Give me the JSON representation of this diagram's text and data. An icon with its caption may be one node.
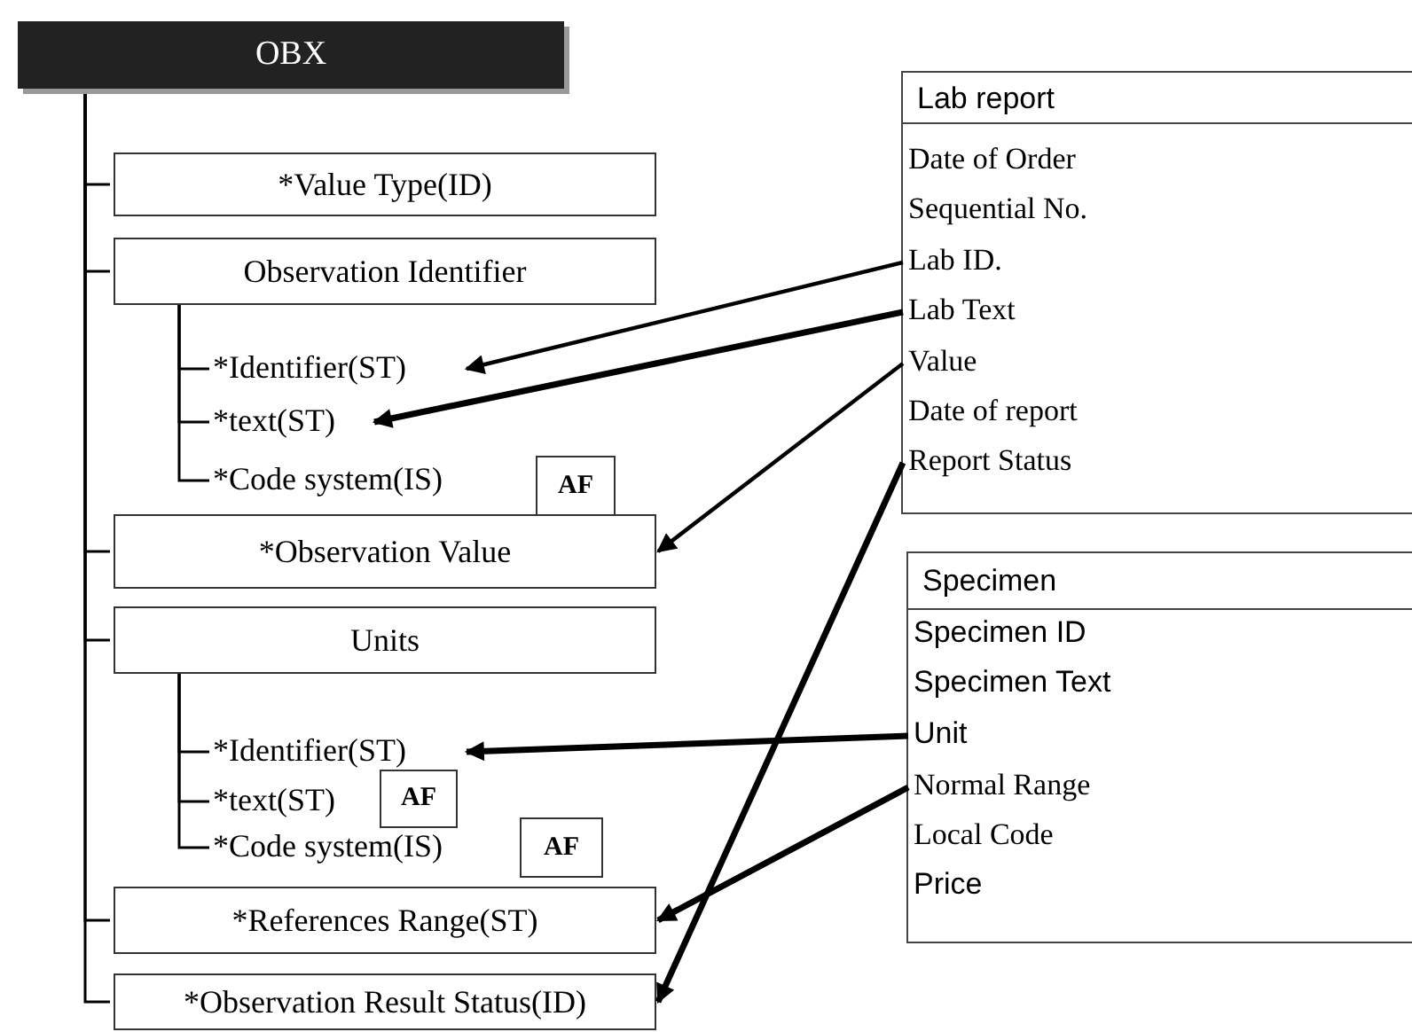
{
  "diagram": {
    "nodes": [
      {
        "text": [
          "OBX"
        ]
      },
      {
        "text": [
          "*Value Type(ID)"
        ]
      },
      {
        "text": [
          "Observation Identifier"
        ]
      },
      {
        "text": [
          "*Identifier(ST)"
        ]
      },
      {
        "text": [
          "*text(ST)"
        ]
      },
      {
        "text": [
          "*Code system(IS)"
        ]
      },
      {
        "text": [
          "AF"
        ]
      },
      {
        "text": [
          "*Observation Value"
        ]
      },
      {
        "text": [
          "Units"
        ]
      },
      {
        "text": [
          "*Identifier(ST)"
        ]
      },
      {
        "text": [
          "*text(ST)"
        ]
      },
      {
        "text": [
          "AF"
        ]
      },
      {
        "text": [
          "*Code system(IS)"
        ]
      },
      {
        "text": [
          "AF"
        ]
      },
      {
        "text": [
          "*References Range(ST)"
        ]
      },
      {
        "text": [
          "*Observation Result Status(ID)"
        ]
      },
      {
        "text": [
          "Lab report"
        ]
      },
      {
        "text": [
          "Date of Order"
        ],
        "in": 16
      },
      {
        "text": [
          "Sequential No."
        ],
        "in": 16
      },
      {
        "text": [
          "Lab ID."
        ],
        "in": 16
      },
      {
        "text": [
          "Lab Text"
        ],
        "in": 16
      },
      {
        "text": [
          "Value"
        ],
        "in": 16
      },
      {
        "text": [
          "Date of report"
        ],
        "in": 16
      },
      {
        "text": [
          "Report Status"
        ],
        "in": 16
      },
      {
        "text": [
          "Specimen"
        ]
      },
      {
        "text": [
          "Specimen ID"
        ],
        "in": 24
      },
      {
        "text": [
          "Specimen Text"
        ],
        "in": 24
      },
      {
        "text": [
          "Unit"
        ],
        "in": 24
      },
      {
        "text": [
          "Normal Range"
        ],
        "in": 24
      },
      {
        "text": [
          "Local Code"
        ],
        "in": 24
      },
      {
        "text": [
          "Price"
        ],
        "in": 24
      }
    ],
    "edges": [
      {
        "from": 0,
        "to": 1,
        "arrow": "none"
      },
      {
        "from": 0,
        "to": 2,
        "arrow": "none"
      },
      {
        "from": 0,
        "to": 7,
        "arrow": "none"
      },
      {
        "from": 0,
        "to": 8,
        "arrow": "none"
      },
      {
        "from": 0,
        "to": 14,
        "arrow": "none"
      },
      {
        "from": 0,
        "to": 15,
        "arrow": "none"
      },
      {
        "from": 2,
        "to": 3,
        "arrow": "none"
      },
      {
        "from": 2,
        "to": 4,
        "arrow": "none"
      },
      {
        "from": 2,
        "to": 5,
        "arrow": "none"
      },
      {
        "from": 8,
        "to": 9,
        "arrow": "none"
      },
      {
        "from": 8,
        "to": 10,
        "arrow": "none"
      },
      {
        "from": 8,
        "to": 12,
        "arrow": "none"
      },
      {
        "from": 19,
        "to": 3,
        "arrow": "to"
      },
      {
        "from": 20,
        "to": 4,
        "arrow": "to",
        "style": "thick"
      },
      {
        "from": 21,
        "to": 7,
        "arrow": "to"
      },
      {
        "from": 23,
        "to": 15,
        "arrow": "to",
        "style": "thick"
      },
      {
        "from": 27,
        "to": 9,
        "arrow": "to",
        "style": "thick"
      },
      {
        "from": 28,
        "to": 14,
        "arrow": "to",
        "style": "thick"
      }
    ]
  }
}
